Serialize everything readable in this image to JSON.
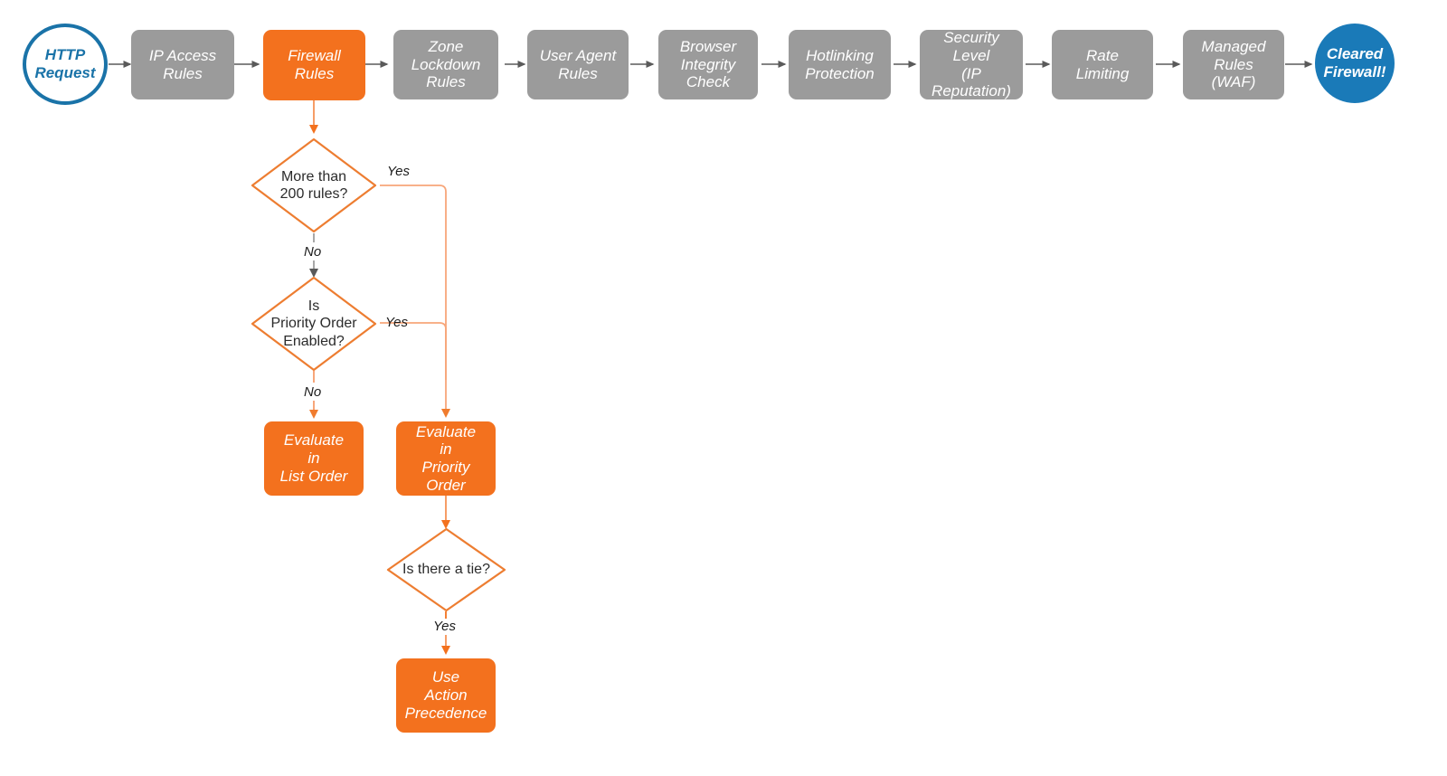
{
  "diagram": {
    "title": "Cloudflare Firewall Rules Evaluation Order",
    "colors": {
      "orange": "#f3711e",
      "orange_light": "#f7a272",
      "gray": "#9b9b9b",
      "gray_arrow": "#5a5a5a",
      "blue": "#1a7ab8",
      "blue_outline": "#1a73a8",
      "text_dark": "#2b2b2b",
      "white": "#ffffff"
    }
  },
  "pipeline": {
    "start": {
      "label": "HTTP\nRequest",
      "shape": "circle",
      "style": "outline-blue"
    },
    "end": {
      "label": "Cleared\nFirewall!",
      "shape": "circle",
      "style": "filled-blue"
    },
    "steps": [
      {
        "label": "IP Access\nRules",
        "style": "gray"
      },
      {
        "label": "Firewall\nRules",
        "style": "orange"
      },
      {
        "label": "Zone\nLockdown\nRules",
        "style": "gray"
      },
      {
        "label": "User Agent\nRules",
        "style": "gray"
      },
      {
        "label": "Browser\nIntegrity\nCheck",
        "style": "gray"
      },
      {
        "label": "Hotlinking\nProtection",
        "style": "gray"
      },
      {
        "label": "Security\nLevel\n(IP Reputation)",
        "style": "gray"
      },
      {
        "label": "Rate\nLimiting",
        "style": "gray"
      },
      {
        "label": "Managed\nRules\n(WAF)",
        "style": "gray"
      }
    ]
  },
  "branch": {
    "decisions": [
      {
        "id": "more-than-200-rules",
        "label": "More than\n200 rules?"
      },
      {
        "id": "is-priority-order-enabled",
        "label": "Is\nPriority Order\nEnabled?"
      },
      {
        "id": "is-there-a-tie",
        "label": "Is there a tie?"
      }
    ],
    "actions": [
      {
        "id": "evaluate-in-list-order",
        "label": "Evaluate\nin\nList Order",
        "style": "orange"
      },
      {
        "id": "evaluate-in-priority-order",
        "label": "Evaluate\nin\nPriority Order",
        "style": "orange"
      },
      {
        "id": "use-action-precedence",
        "label": "Use\nAction\nPrecedence",
        "style": "orange"
      }
    ],
    "edge_labels": {
      "yes_1": "Yes",
      "no_1": "No",
      "yes_2": "Yes",
      "no_2": "No",
      "yes_3": "Yes"
    }
  }
}
